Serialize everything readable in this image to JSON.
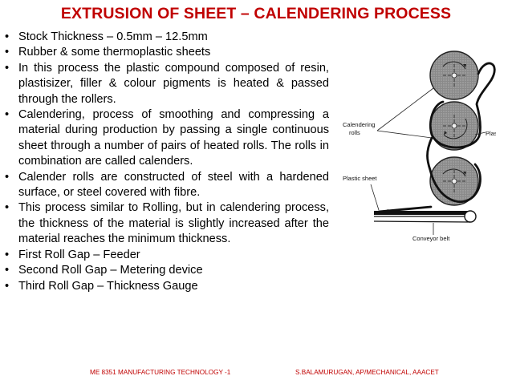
{
  "title": "EXTRUSION OF SHEET – CALENDERING PROCESS",
  "bullets": [
    "Stock Thickness – 0.5mm – 12.5mm",
    "Rubber & some thermoplastic sheets",
    "In this process the plastic compound composed of resin, plastisizer, filler & colour pigments is heated & passed through the rollers.",
    "Calendering, process of smoothing and compressing a material during production by passing a single continuous sheet through a number of pairs of heated rolls. The rolls in combination are called calenders.",
    "Calender rolls are constructed of steel with a hardened surface, or steel covered with fibre.",
    "This process similar to Rolling, but in calendering process, the thickness of the material is slightly increased after the material reaches the minimum thickness.",
    "First Roll Gap – Feeder",
    "Second Roll Gap – Metering device",
    "Third Roll Gap – Thickness Gauge"
  ],
  "figure": {
    "label_rolls_line1": "Calendering",
    "label_rolls_line2": "rolls",
    "label_plastic": "Plastic",
    "label_sheet": "Plastic sheet",
    "label_conveyor": "Conveyor belt"
  },
  "footer": {
    "left": "ME 8351 MANUFACTURING TECHNOLOGY -1",
    "right": "S.BALAMURUGAN, AP/MECHANICAL, AAACET"
  }
}
